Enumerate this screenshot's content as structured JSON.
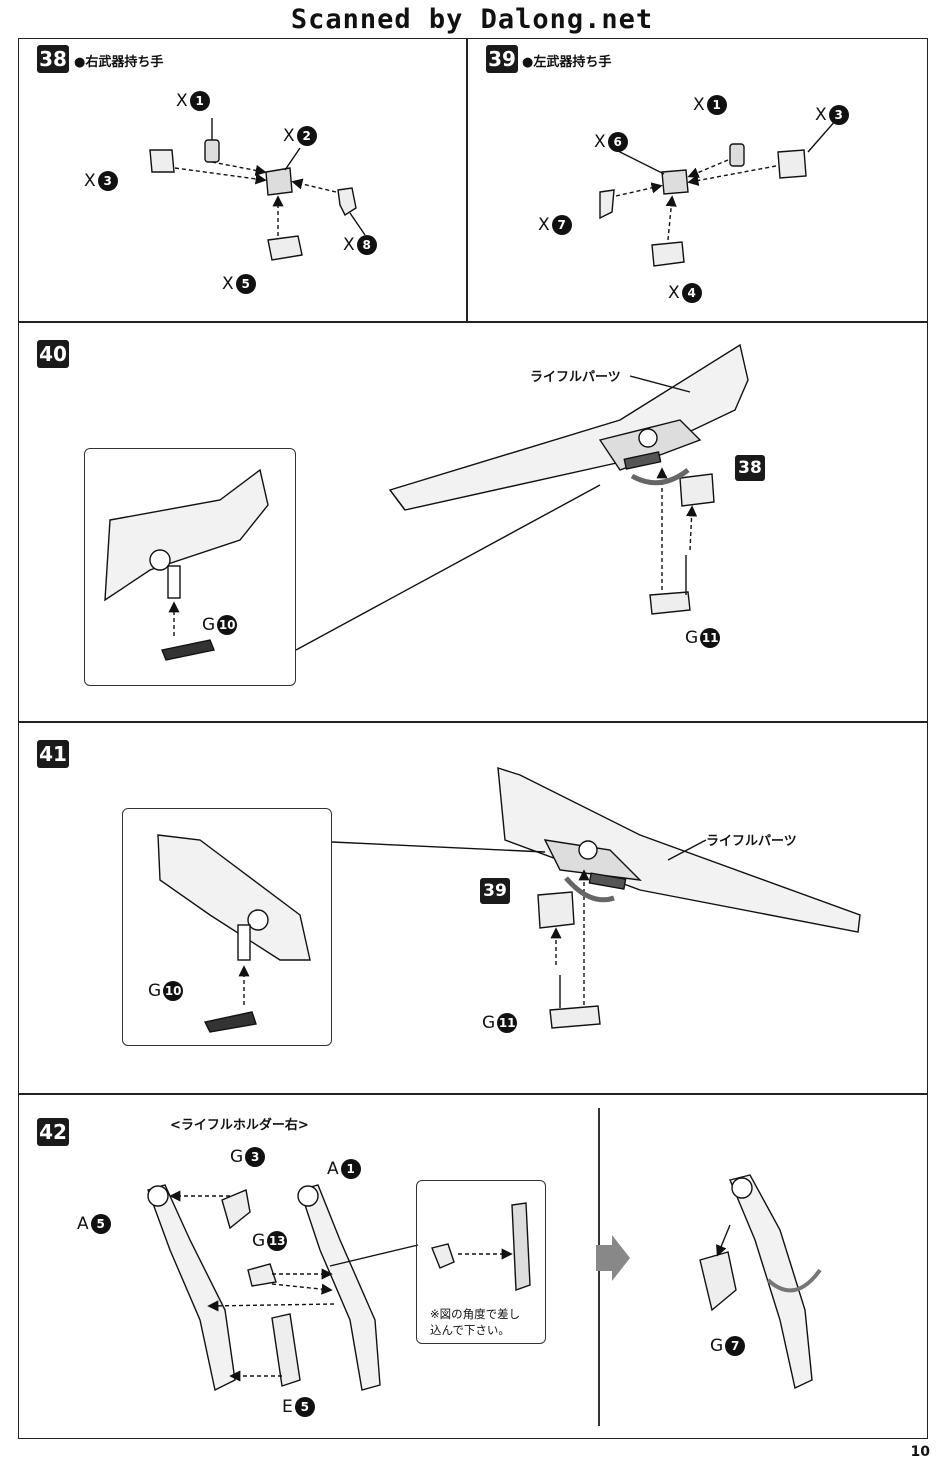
{
  "header": {
    "text": "Scanned by Dalong.net"
  },
  "page_number": "10",
  "steps": {
    "s38": {
      "num": "38",
      "title": "●右武器持ち手"
    },
    "s39": {
      "num": "39",
      "title": "●左武器持ち手"
    },
    "s40": {
      "num": "40"
    },
    "s41": {
      "num": "41"
    },
    "s42": {
      "num": "42",
      "subtitle": "<ライフルホルダー右>"
    }
  },
  "labels": {
    "rifle_parts": "ライフルパーツ",
    "ref38": "38",
    "ref39": "39",
    "note": [
      "※図の角度で差し",
      "込んで下さい。"
    ]
  },
  "parts": {
    "s38": [
      {
        "runner": "X",
        "no": "1"
      },
      {
        "runner": "X",
        "no": "2"
      },
      {
        "runner": "X",
        "no": "3"
      },
      {
        "runner": "X",
        "no": "8"
      },
      {
        "runner": "X",
        "no": "5"
      }
    ],
    "s39": [
      {
        "runner": "X",
        "no": "1"
      },
      {
        "runner": "X",
        "no": "3"
      },
      {
        "runner": "X",
        "no": "6"
      },
      {
        "runner": "X",
        "no": "7"
      },
      {
        "runner": "X",
        "no": "4"
      }
    ],
    "s40": [
      {
        "runner": "G",
        "no": "10"
      },
      {
        "runner": "G",
        "no": "11"
      }
    ],
    "s41": [
      {
        "runner": "G",
        "no": "10"
      },
      {
        "runner": "G",
        "no": "11"
      }
    ],
    "s42": [
      {
        "runner": "G",
        "no": "3"
      },
      {
        "runner": "A",
        "no": "1"
      },
      {
        "runner": "A",
        "no": "5"
      },
      {
        "runner": "G",
        "no": "13"
      },
      {
        "runner": "E",
        "no": "5"
      },
      {
        "runner": "G",
        "no": "7"
      }
    ]
  }
}
